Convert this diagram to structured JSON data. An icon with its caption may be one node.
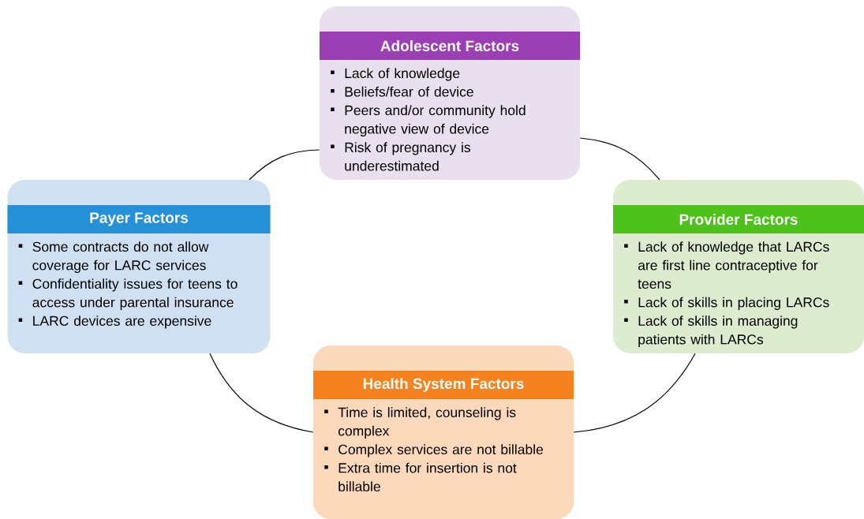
{
  "diagram": {
    "nodes": [
      {
        "text": [
          "Adolescent Factors",
          "Lack of knowledge",
          "Beliefs/fear of device",
          "Peers and/or community hold negative view of device",
          "Risk of pregnancy is underestimated"
        ]
      },
      {
        "text": [
          "Payer Factors",
          "Some contracts do not allow coverage for LARC services",
          "Confidentiality issues for teens to access under parental insurance",
          "LARC devices are expensive"
        ]
      },
      {
        "text": [
          "Provider Factors",
          "Lack of knowledge that LARCs are first line contraceptive for teens",
          "Lack of skills in placing LARCs",
          "Lack of skills in managing patients with LARCs"
        ]
      },
      {
        "text": [
          "Health System Factors",
          "Time is limited, counseling is complex",
          "Complex services are not billable",
          "Extra time for insertion is not billable"
        ]
      }
    ],
    "edges": [
      {
        "from": 0,
        "to": 1,
        "arrow": "none"
      },
      {
        "from": 0,
        "to": 2,
        "arrow": "none"
      },
      {
        "from": 2,
        "to": 3,
        "arrow": "none"
      },
      {
        "from": 3,
        "to": 1,
        "arrow": "none"
      }
    ]
  }
}
